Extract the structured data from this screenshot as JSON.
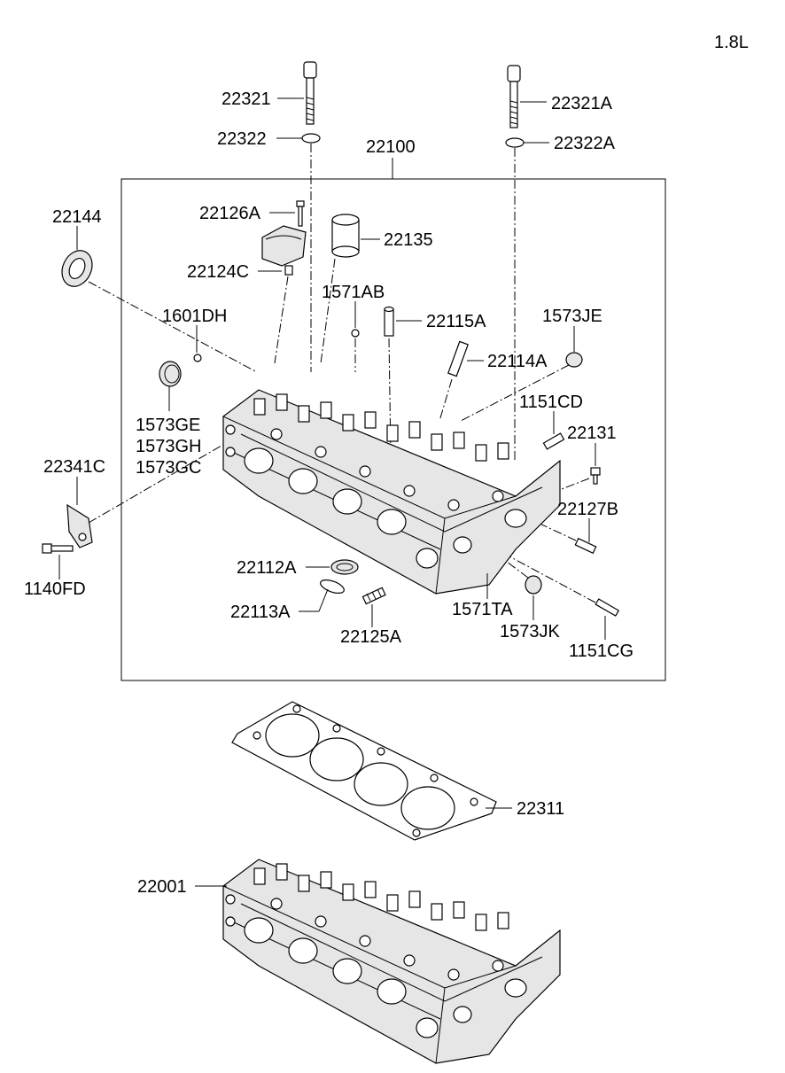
{
  "engine_label": "1.8L",
  "parts": {
    "p22321": "22321",
    "p22321A": "22321A",
    "p22322": "22322",
    "p22322A": "22322A",
    "p22100": "22100",
    "p22144": "22144",
    "p22126A": "22126A",
    "p22135": "22135",
    "p22124C": "22124C",
    "p1571AB": "1571AB",
    "p1601DH": "1601DH",
    "p22115A": "22115A",
    "p1573JE": "1573JE",
    "p22114A": "22114A",
    "p1151CD": "1151CD",
    "p1573GE": "1573GE",
    "p1573GH": "1573GH",
    "p1573GC": "1573GC",
    "p22131": "22131",
    "p22341C": "22341C",
    "p22127B": "22127B",
    "p1140FD": "1140FD",
    "p22112A": "22112A",
    "p22113A": "22113A",
    "p22125A": "22125A",
    "p1571TA": "1571TA",
    "p1573JK": "1573JK",
    "p1151CG": "1151CG",
    "p22311": "22311",
    "p22001": "22001"
  }
}
